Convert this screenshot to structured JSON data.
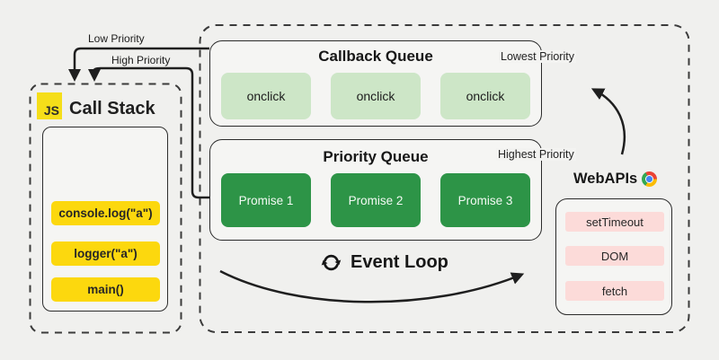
{
  "colors": {
    "background": "#f0f0ee",
    "panel_background": "#f5f5f3",
    "outline": "#2b2b2b",
    "stack_item_yellow": "#fcd80e",
    "js_logo_yellow": "#f5de19",
    "callback_item_green_light": "#cde6c7",
    "promise_item_green_dark": "#2d9447",
    "api_item_pink": "#fcdbd9",
    "arrow_black": "#1f1f1f",
    "chrome_red": "#ea4335",
    "chrome_yellow": "#fbbc05",
    "chrome_green": "#34a853",
    "chrome_blue": "#4285f4"
  },
  "call_stack": {
    "logo": "JS",
    "title": "Call Stack",
    "frames": [
      "console.log(\"a\")",
      "logger(\"a\")",
      "main()"
    ]
  },
  "callback_queue": {
    "title": "Callback Queue",
    "priority_label": "Lowest Priority",
    "items": [
      "onclick",
      "onclick",
      "onclick"
    ]
  },
  "priority_queue": {
    "title": "Priority Queue",
    "priority_label": "Highest Priority",
    "items": [
      "Promise 1",
      "Promise 2",
      "Promise 3"
    ]
  },
  "web_apis": {
    "title": "WebAPIs",
    "icon": "chrome-icon",
    "items": [
      "setTimeout",
      "DOM",
      "fetch"
    ]
  },
  "event_loop": {
    "icon": "cycle-refresh-icon",
    "label": "Event Loop"
  },
  "arrows": {
    "low_priority": "Low Priority",
    "high_priority": "High Priority"
  }
}
